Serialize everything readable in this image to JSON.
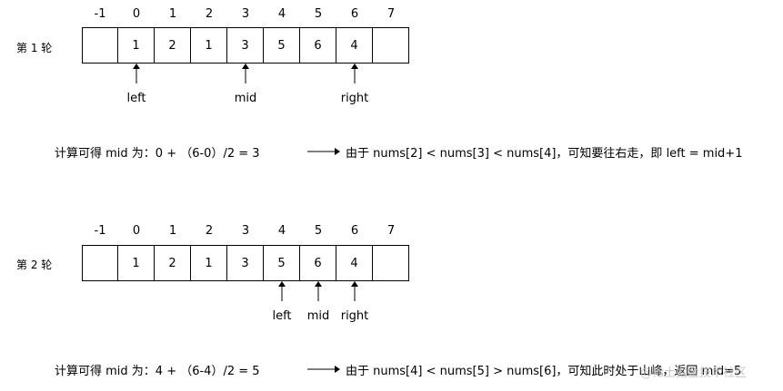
{
  "rounds": [
    {
      "label": "第 1 轮",
      "indices": [
        "-1",
        "0",
        "1",
        "2",
        "3",
        "4",
        "5",
        "6",
        "7"
      ],
      "cells": [
        "",
        "1",
        "2",
        "1",
        "3",
        "5",
        "6",
        "4",
        ""
      ],
      "pointers": [
        {
          "name": "left",
          "label": "left",
          "index": 0
        },
        {
          "name": "mid",
          "label": "mid",
          "index": 3
        },
        {
          "name": "right",
          "label": "right",
          "index": 6
        }
      ],
      "formula": "计算可得 mid 为：0 +  （6-0）/2 = 3",
      "conclusion": "由于 nums[2] < nums[3] < nums[4]，可知要往右走，即 left = mid+1"
    },
    {
      "label": "第 2 轮",
      "indices": [
        "-1",
        "0",
        "1",
        "2",
        "3",
        "4",
        "5",
        "6",
        "7"
      ],
      "cells": [
        "",
        "1",
        "2",
        "1",
        "3",
        "5",
        "6",
        "4",
        ""
      ],
      "pointers": [
        {
          "name": "left",
          "label": "left",
          "index": 4
        },
        {
          "name": "mid",
          "label": "mid",
          "index": 5
        },
        {
          "name": "right",
          "label": "right",
          "index": 6
        }
      ],
      "formula": "计算可得 mid 为：4 +  （6-4）/2 = 5",
      "conclusion": "由于 nums[4] < nums[5] > nums[6]，可知此时处于山峰，返回 mid=5"
    }
  ],
  "watermark": "@稀土掘金技术社区"
}
